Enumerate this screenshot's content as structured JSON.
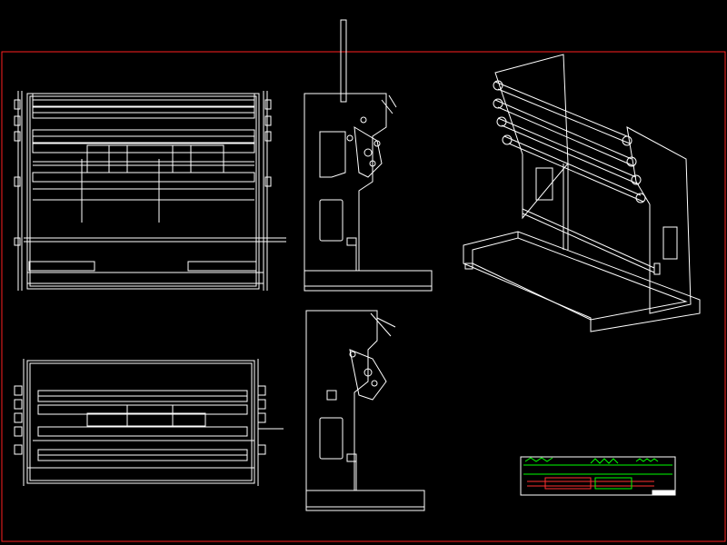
{
  "drawing": {
    "background": "#000000",
    "border_color": "#ff0000",
    "line_color": "#ffffff",
    "accent_green": "#00ff00",
    "accent_red": "#ff3030",
    "views": [
      {
        "id": "front-view",
        "kind": "orthographic"
      },
      {
        "id": "top-view",
        "kind": "orthographic"
      },
      {
        "id": "side-view-upper",
        "kind": "orthographic"
      },
      {
        "id": "side-view-lower",
        "kind": "orthographic"
      },
      {
        "id": "isometric-view",
        "kind": "isometric"
      },
      {
        "id": "title-block",
        "kind": "title-block"
      }
    ]
  }
}
